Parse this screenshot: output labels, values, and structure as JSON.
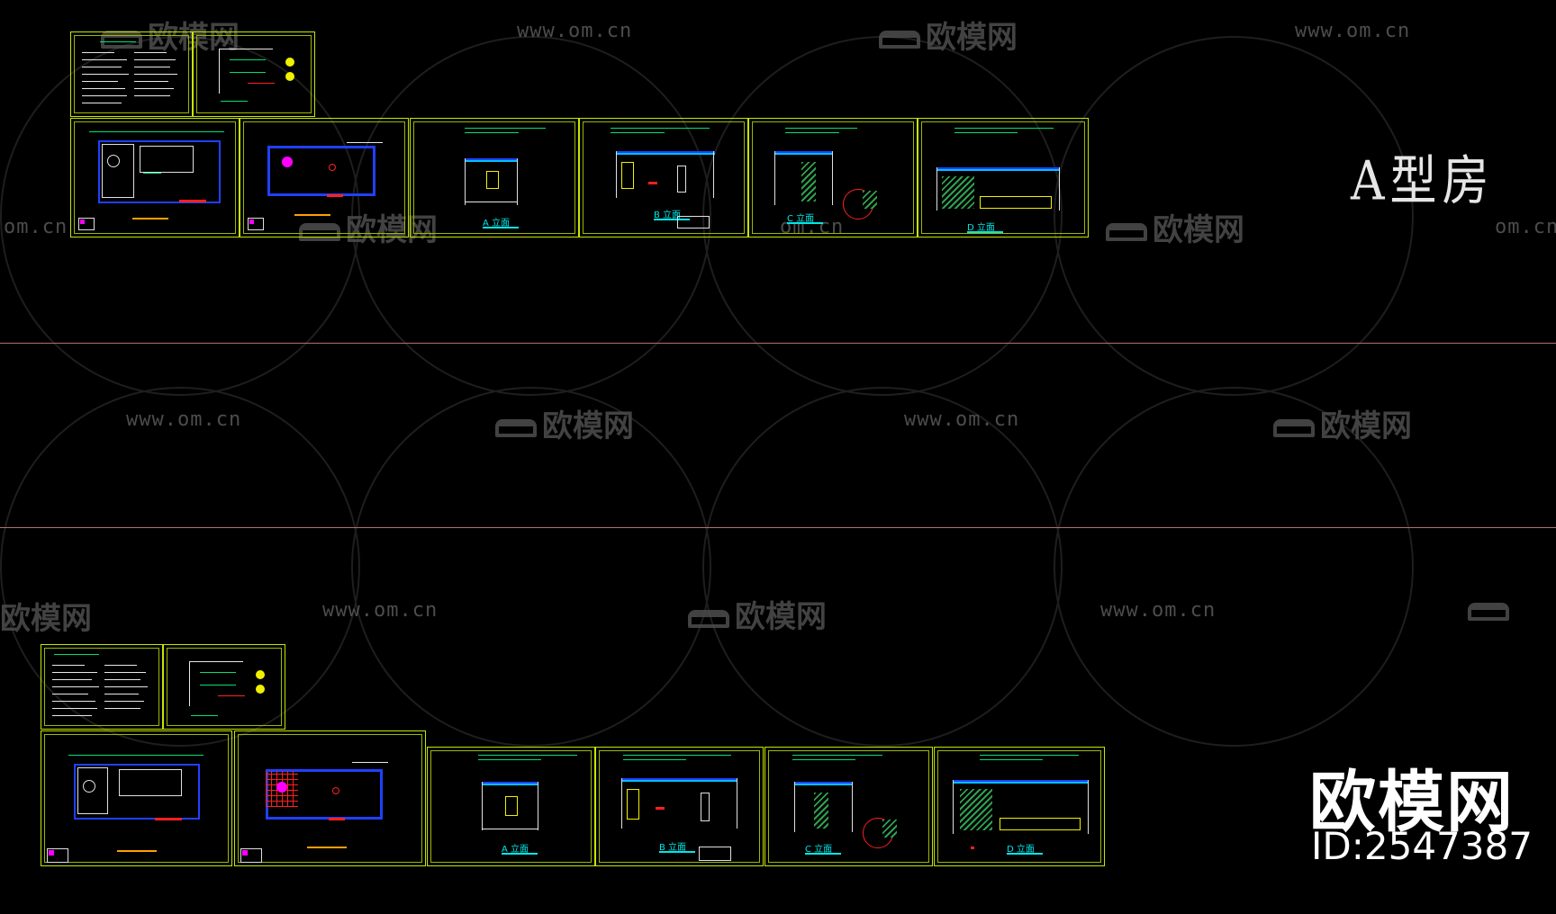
{
  "watermark": {
    "url_text": "www.om.cn",
    "url_fragment": "om.cn",
    "logo_text": "欧模网"
  },
  "labels": {
    "room_type": "A型房",
    "elevation_a": "A 立面",
    "elevation_b": "B 立面",
    "elevation_c": "C 立面",
    "elevation_d": "D 立面"
  },
  "brand": {
    "name": "欧模网",
    "id": "ID:2547387"
  },
  "colors": {
    "background": "#000000",
    "frame": "#c8e600",
    "wall": "#2040ff",
    "dimension": "#00e070",
    "accent_red": "#ff2020",
    "accent_magenta": "#ff00ff"
  }
}
